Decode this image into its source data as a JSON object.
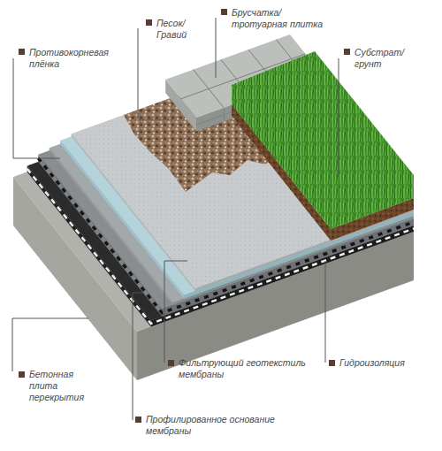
{
  "diagram": {
    "labels": [
      "Противокорневая плёнка",
      "Песок/ Гравий",
      "Брусчатка/ тротуарная плитка",
      "Субстрат/ грунт",
      "Бетонная плита перекрытия",
      "Фильтрующий геотекстиль мембраны",
      "Гидроизоляция",
      "Профилированное основание мембраны"
    ]
  }
}
